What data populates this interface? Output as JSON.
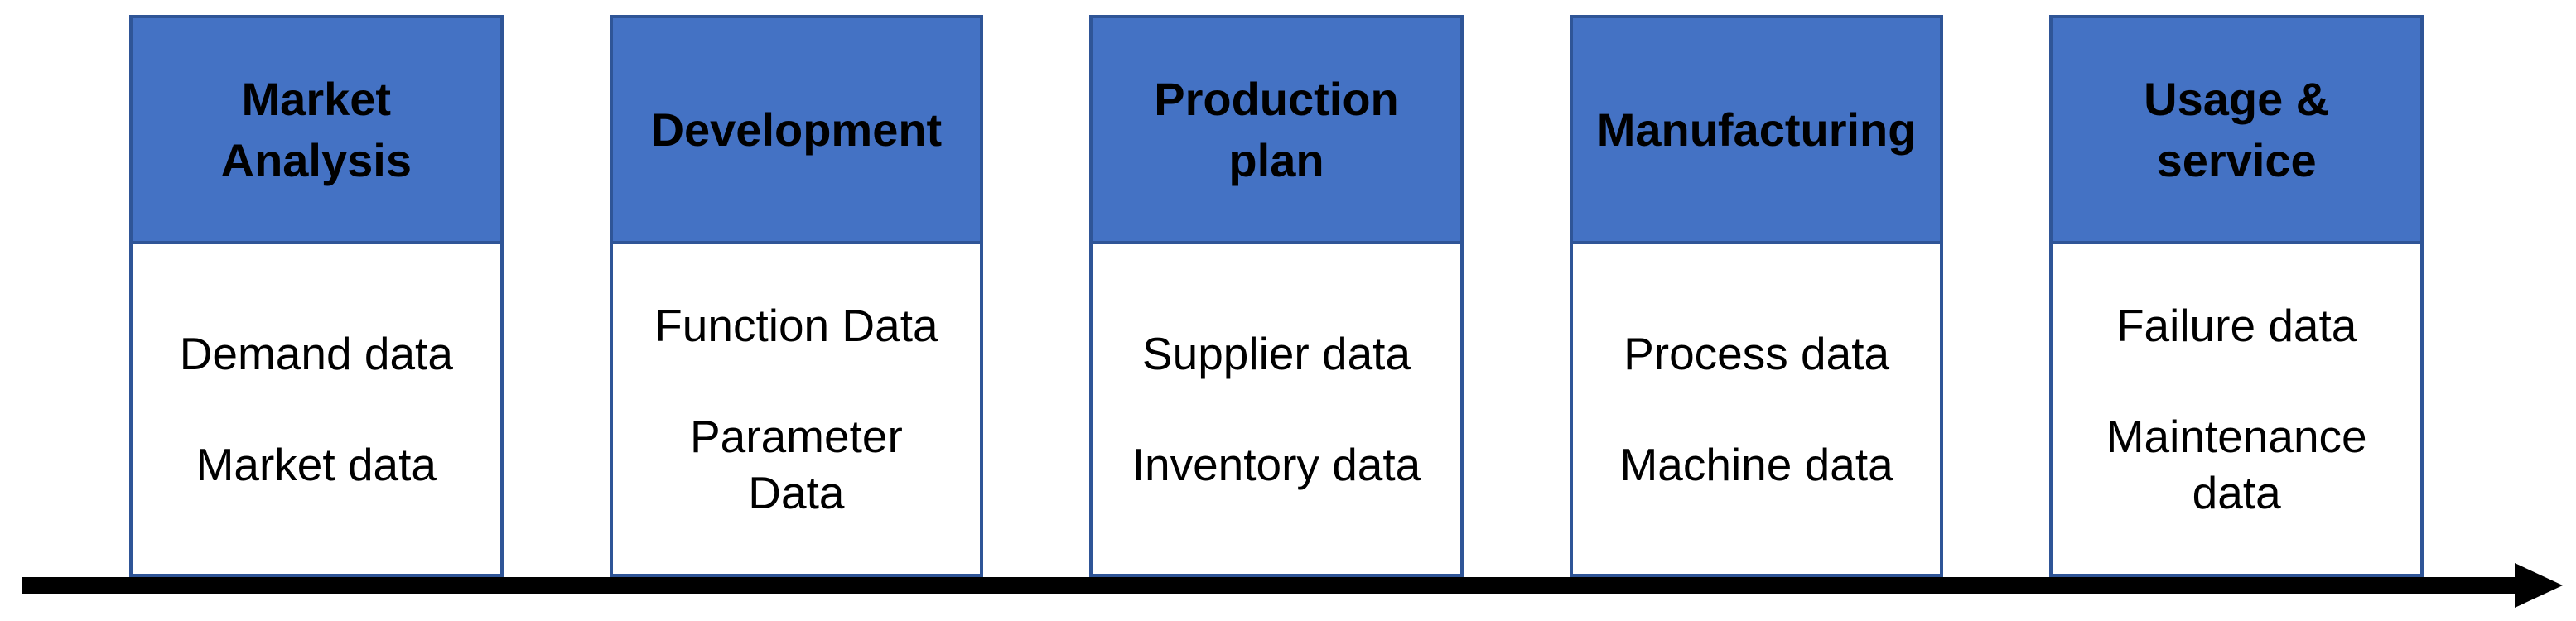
{
  "stages": [
    {
      "title": "Market\nAnalysis",
      "items": [
        "Demand data",
        "Market data"
      ]
    },
    {
      "title": "Development",
      "items": [
        "Function Data",
        "Parameter\nData"
      ]
    },
    {
      "title": "Production\nplan",
      "items": [
        "Supplier data",
        "Inventory data"
      ]
    },
    {
      "title": "Manufacturing",
      "items": [
        "Process data",
        "Machine data"
      ]
    },
    {
      "title": "Usage &\nservice",
      "items": [
        "Failure data",
        "Maintenance\ndata"
      ]
    }
  ],
  "colors": {
    "header_fill": "#4472C4",
    "border": "#2F5597",
    "arrow": "#000000",
    "text": "#000000",
    "background": "#FFFFFF"
  }
}
